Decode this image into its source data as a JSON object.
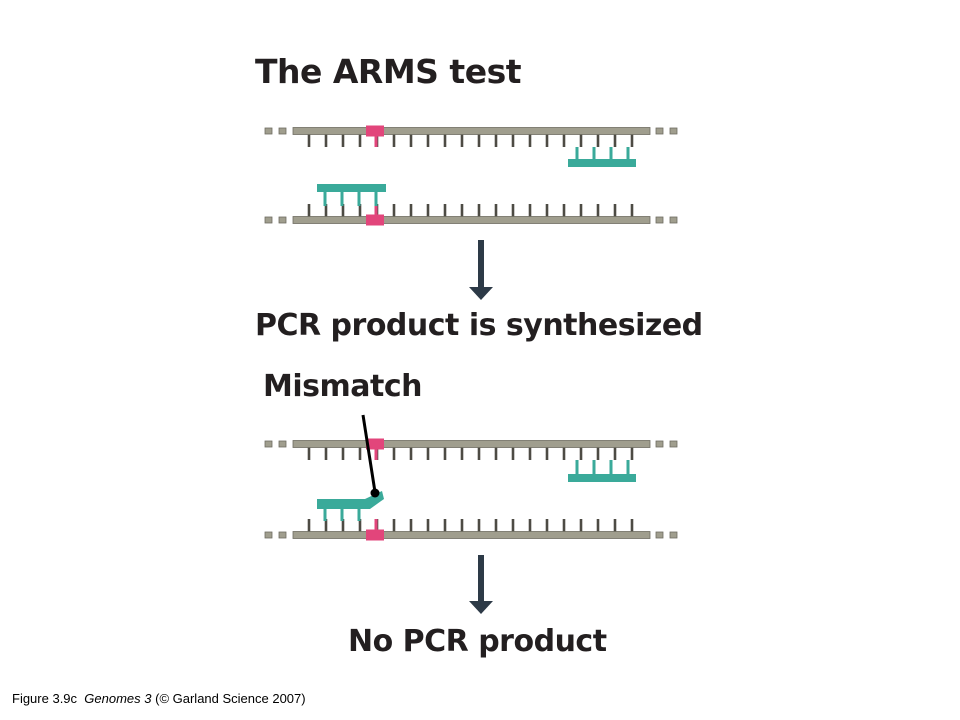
{
  "title": "The ARMS test",
  "result_match": "PCR product is synthesized",
  "mismatch_label": "Mismatch",
  "result_mismatch": "No PCR product",
  "caption": {
    "prefix": "Figure 3.9c",
    "book": "Genomes 3",
    "suffix": "(© Garland Science 2007)"
  },
  "colors": {
    "dna_strand": "#a09e8e",
    "dna_outline": "#6f6d62",
    "base_tick": "#4d4b44",
    "target_nucleotide": "#e2457b",
    "primer": "#3aaa9a",
    "arrow": "#2d3a47",
    "text": "#231f20"
  }
}
